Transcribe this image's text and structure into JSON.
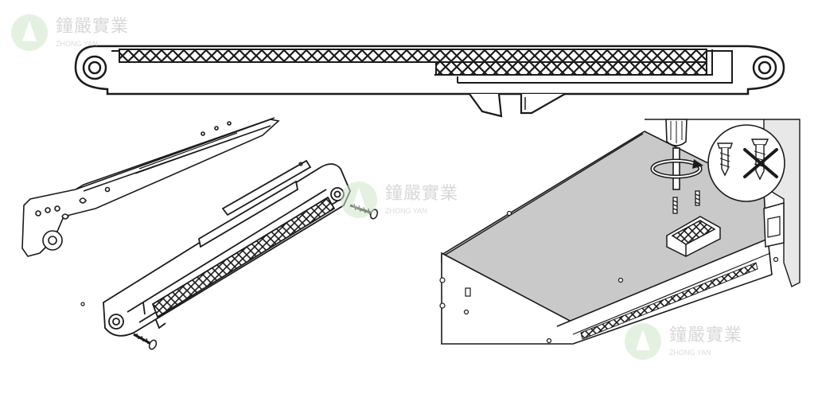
{
  "watermark": {
    "chinese": "鐘嚴實業",
    "english": "ZHONG YAN",
    "logo_color": "#cfe7c9",
    "text_color": "#b8b8b8"
  },
  "panels": {
    "top": "soft-close-damper-top-view",
    "left": "drawer-slide-with-damper-and-screws",
    "right": "cabinet-installation-with-screwdriver"
  },
  "colors": {
    "line": "#1a1a1a",
    "panel_gray": "#c9c9c9",
    "background": "#ffffff"
  },
  "icons": [
    "screwdriver-icon",
    "rotation-arrow-icon",
    "screw-icon",
    "cross-out-icon"
  ]
}
